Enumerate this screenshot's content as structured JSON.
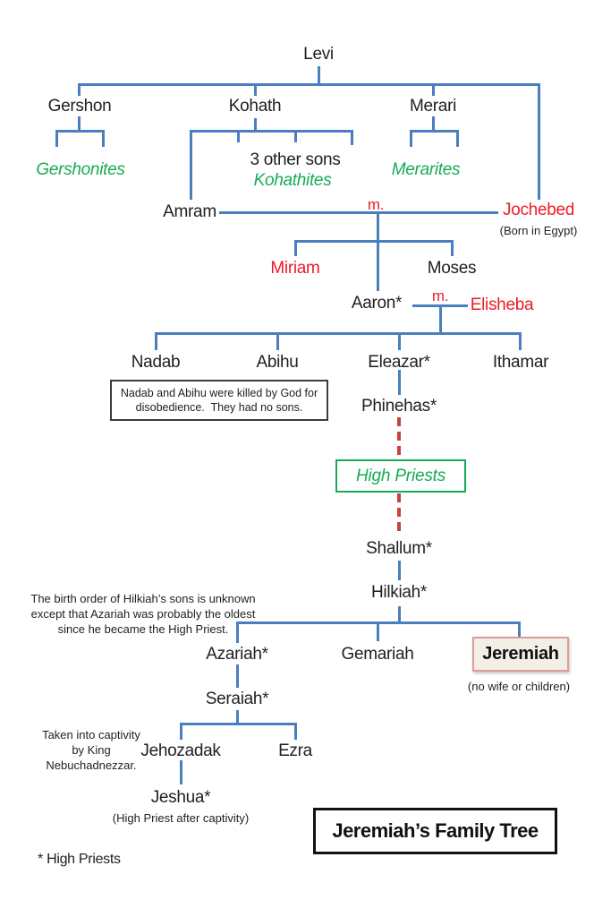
{
  "people": {
    "levi": "Levi",
    "gershon": "Gershon",
    "kohath": "Kohath",
    "merari": "Merari",
    "amram": "Amram",
    "jochebed": "Jochebed",
    "miriam": "Miriam",
    "moses": "Moses",
    "aaron": "Aaron*",
    "elisheba": "Elisheba",
    "nadab": "Nadab",
    "abihu": "Abihu",
    "eleazar": "Eleazar*",
    "ithamar": "Ithamar",
    "phinehas": "Phinehas*",
    "shallum": "Shallum*",
    "hilkiah": "Hilkiah*",
    "azariah": "Azariah*",
    "gemariah": "Gemariah",
    "jeremiah": "Jeremiah",
    "seraiah": "Seraiah*",
    "jehozadak": "Jehozadak",
    "ezra": "Ezra",
    "jeshua": "Jeshua*"
  },
  "groups": {
    "gershonites": "Gershonites",
    "three_other_sons": "3 other sons",
    "kohathites": "Kohathites",
    "merarites": "Merarites",
    "high_priests": "High Priests"
  },
  "labels": {
    "marriage": "m.",
    "born_in_egypt": "(Born in Egypt)",
    "no_wife": "(no wife or children)",
    "hp_after_captivity": "(High Priest after captivity)"
  },
  "notes": {
    "nadab_abihu": [
      "Nadab and Abihu were killed by God for",
      "disobedience.  They had no sons."
    ],
    "hilkiah_sons": [
      "The birth order of Hilkiah’s sons is unknown",
      "except that Azariah was probably the oldest",
      "since he became the High Priest."
    ],
    "captivity": [
      "Taken into captivity",
      "by King",
      "Nebuchadnezzar."
    ]
  },
  "title": "Jeremiah’s Family Tree",
  "legend": "* High Priests",
  "colors": {
    "line_blue": "#4a7ebf",
    "text_red": "#ed1c24",
    "text_green": "#16ab54",
    "dash_red": "#c2443f",
    "jeremiah_fill": "#f2efe6",
    "jeremiah_border": "#dc9d97"
  }
}
